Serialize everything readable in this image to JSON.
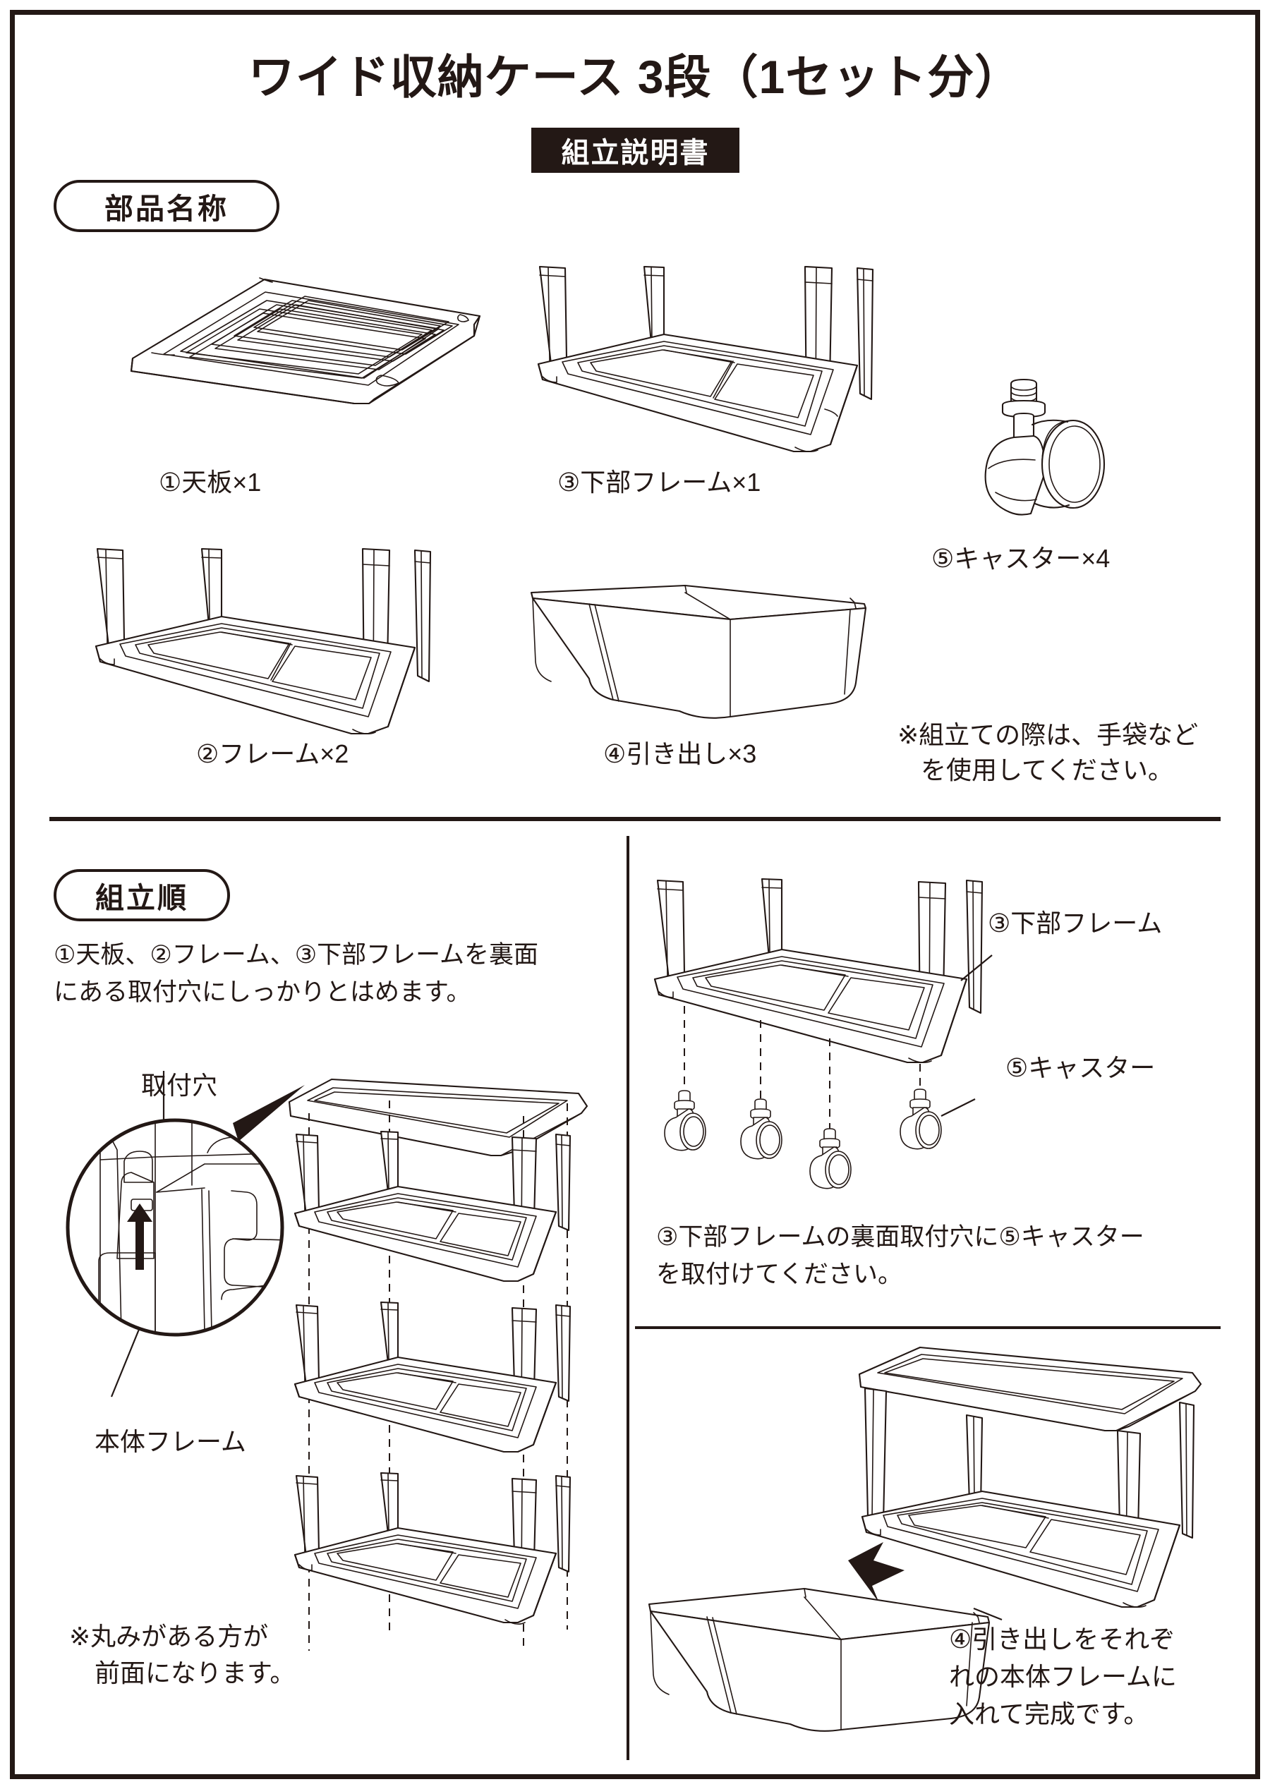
{
  "document": {
    "title": "ワイド収納ケース 3段（1セット分）",
    "badge": "組立説明書"
  },
  "parts_section": {
    "heading": "部品名称",
    "items": [
      {
        "id": "1",
        "label": "①天板×1",
        "icon": "top-board-illustration"
      },
      {
        "id": "3",
        "label": "③下部フレーム×1",
        "icon": "lower-frame-illustration"
      },
      {
        "id": "5",
        "label": "⑤キャスター×4",
        "icon": "caster-illustration"
      },
      {
        "id": "2",
        "label": "②フレーム×2",
        "icon": "frame-illustration"
      },
      {
        "id": "4",
        "label": "④引き出し×3",
        "icon": "drawer-illustration"
      }
    ],
    "note": {
      "line1": "※組立ての際は、手袋など",
      "line2": "を使用してください。"
    }
  },
  "steps_section": {
    "heading": "組立順",
    "step1": {
      "line1": "①天板、②フレーム、③下部フレームを裏面",
      "line2": "にある取付穴にしっかりとはめます。"
    },
    "callouts": {
      "mounting_hole": "取付穴",
      "body_frame": "本体フレーム"
    },
    "front_note": {
      "line1": "※丸みがある方が",
      "line2": "前面になります。"
    },
    "step2": {
      "label_frame": "③下部フレーム",
      "label_caster": "⑤キャスター",
      "line1": "③下部フレームの裏面取付穴に⑤キャスター",
      "line2": "を取付けてください。"
    },
    "step3": {
      "line1": "④引き出しをそれぞ",
      "line2": "れの本体フレームに",
      "line3": "入れて完成です。"
    }
  },
  "colors": {
    "ink": "#231815",
    "paper": "#ffffff"
  }
}
